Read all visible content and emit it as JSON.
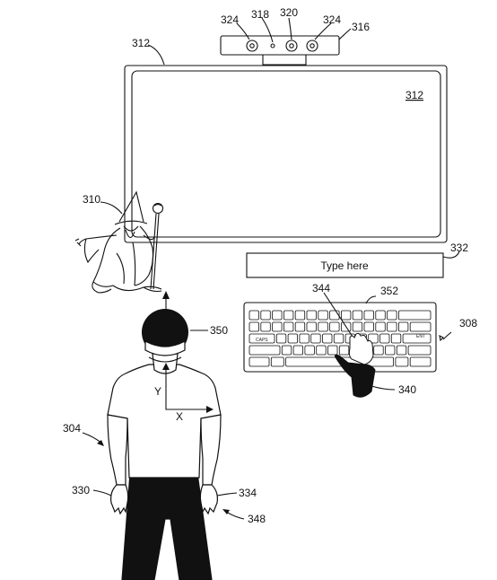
{
  "labels": {
    "camera_cap_left": "324",
    "camera_cap_right": "324",
    "camera_led": "318",
    "camera_lens": "320",
    "camera": "316",
    "display_outer": "312",
    "display_inner": "312",
    "wizard": "310",
    "text_box": "332",
    "keyboard_key": "344",
    "keyboard": "352",
    "keyboard_system": "308",
    "headset": "350",
    "virtual_hand": "340",
    "user": "304",
    "left_hand": "330",
    "right_hand": "334",
    "hands": "348"
  },
  "text_box": {
    "placeholder": "Type here"
  },
  "axes": {
    "y": "Y",
    "x": "X"
  },
  "keys": {
    "caps": "CAPS",
    "enter": "ENT"
  }
}
